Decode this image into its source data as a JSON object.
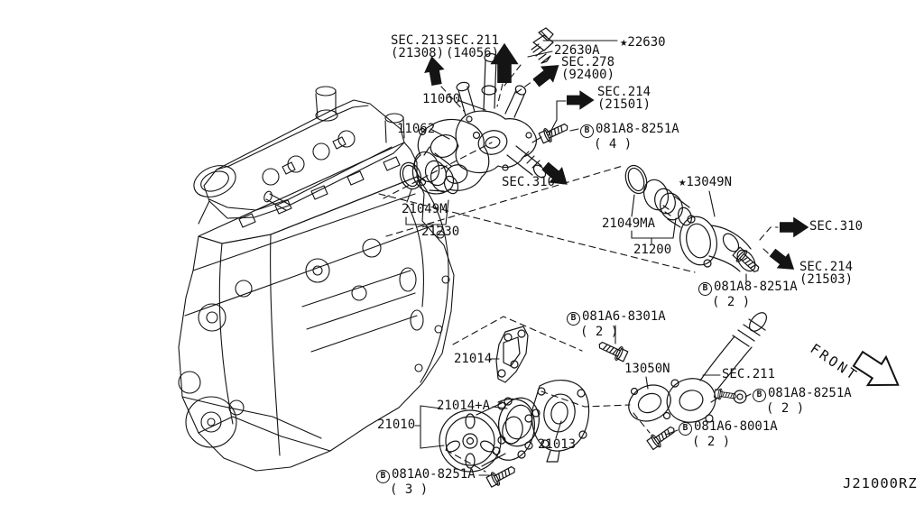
{
  "figure": {
    "code": "J21000RZ",
    "front_label": "FRONT"
  },
  "callouts": {
    "sec213_21308": {
      "sec": "SEC.213",
      "ref": "(21308)"
    },
    "sec211_14056": {
      "sec": "SEC.211",
      "ref": "(14056)"
    },
    "sec278_92400": {
      "sec": "SEC.278",
      "ref": "(92400)"
    },
    "sec214_21501": {
      "sec": "SEC.214",
      "ref": "(21501)"
    },
    "sec310_upper": {
      "sec": "SEC.310"
    },
    "sec310_right": {
      "sec": "SEC.310"
    },
    "sec214_21503": {
      "sec": "SEC.214",
      "ref": "(21503)"
    },
    "sec211_pipe": {
      "sec": "SEC.211"
    }
  },
  "parts": {
    "p22630": {
      "label": "★22630"
    },
    "p22630A": {
      "label": "22630A"
    },
    "p11060": {
      "label": "11060"
    },
    "p11062": {
      "label": "11062"
    },
    "p21049M": {
      "label": "21049M"
    },
    "p21230": {
      "label": "21230"
    },
    "p21049MA": {
      "label": "21049MA"
    },
    "p21200": {
      "label": "21200"
    },
    "p13049N": {
      "label": "★13049N"
    },
    "p21014": {
      "label": "21014"
    },
    "p13050N": {
      "label": "13050N"
    },
    "p21014A": {
      "label": "21014+A"
    },
    "p21010": {
      "label": "21010"
    },
    "p21013": {
      "label": "21013"
    }
  },
  "fasteners": {
    "bolt_outlet": {
      "symbol": "B",
      "num": "081A8-8251A",
      "qty": "( 4 )"
    },
    "bolt_inlet": {
      "symbol": "B",
      "num": "081A8-8251A",
      "qty": "( 2 )"
    },
    "bolt_bracket": {
      "symbol": "B",
      "num": "081A6-8301A",
      "qty": "( 2 )"
    },
    "bolt_pipe": {
      "symbol": "B",
      "num": "081A8-8251A",
      "qty": "( 2 )"
    },
    "bolt_pipe2": {
      "symbol": "B",
      "num": "081A6-8001A",
      "qty": "( 2 )"
    },
    "bolt_pump": {
      "symbol": "B",
      "num": "081A0-8251A",
      "qty": "( 3 )"
    }
  },
  "colors": {
    "ink": "#141414",
    "paper": "#ffffff"
  }
}
